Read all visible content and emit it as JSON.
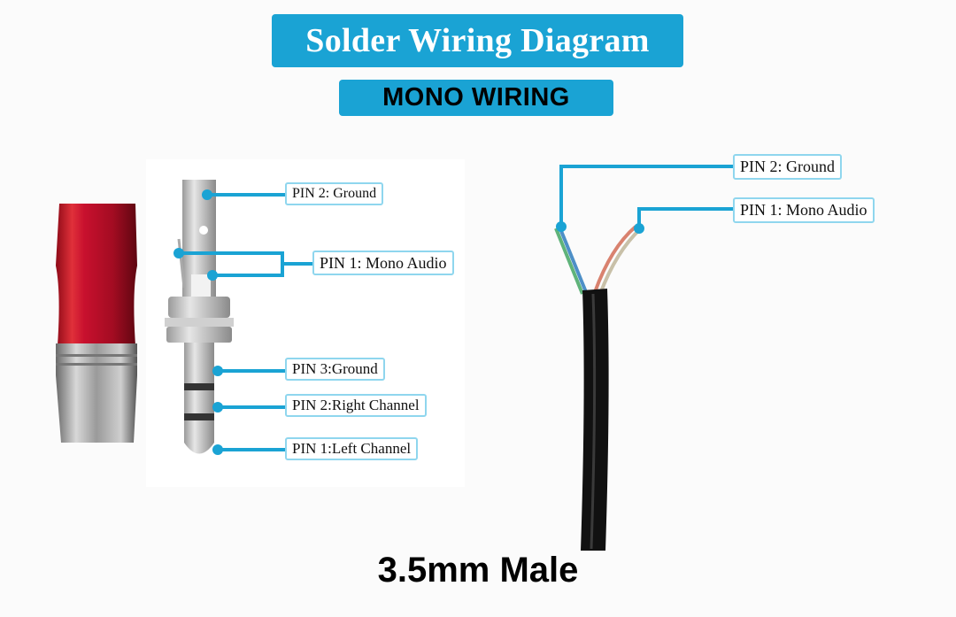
{
  "header": {
    "title": "Solder Wiring Diagram",
    "subtitle": "MONO WIRING"
  },
  "colors": {
    "accent": "#1aa3d4",
    "callout_border": "#8fd6ee",
    "connector_shell": "#c8102e"
  },
  "jack_callouts": [
    {
      "label": "PIN 2: Ground"
    },
    {
      "label": "PIN 1: Mono Audio"
    },
    {
      "label": "PIN 3:Ground"
    },
    {
      "label": "PIN 2:Right Channel"
    },
    {
      "label": "PIN 1:Left Channel"
    }
  ],
  "cable_callouts": [
    {
      "label": "PIN 2: Ground"
    },
    {
      "label": "PIN 1: Mono Audio"
    }
  ],
  "footer": {
    "label": "3.5mm Male"
  }
}
